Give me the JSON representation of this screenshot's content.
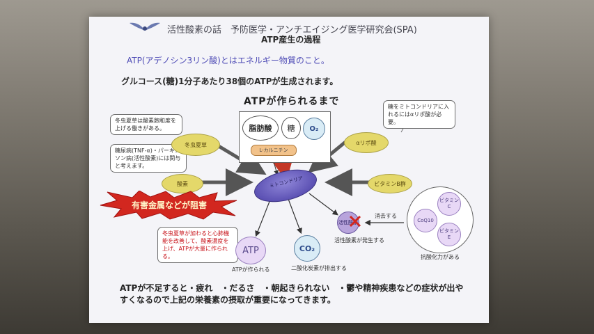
{
  "slide": {
    "header_title": "活性酸素の話　予防医学・アンチエイジング医学研究会(SPA)",
    "title": "ATP産生の過程",
    "intro": "ATP(アデノシン3リン酸)とはエネルギー物質のこと。",
    "subline": "グルコース(糖)1分子あたり38個のATPが生成されます。",
    "diagram_title": "ATPが作られるまで",
    "nutrients": {
      "fat": "脂肪酸",
      "sugar": "糖",
      "oxygen": "O₂",
      "carnitine": "L-カルニチン"
    },
    "callouts": {
      "coq_speed": "冬虫夏草は酸素飽和度を上げる働きがある。",
      "illness": "糖尿病(TNF-α)・パーキンソン病(活性酸素)には関与と考えます。",
      "mitochondria": "糖をミトコンドリアに入れるにはαリポ酸が必要。",
      "coq_effect": "冬虫夏草が加わると心肺機能を改善して、酸素濃度を上げ、ATPが大量に作られる。"
    },
    "pills": {
      "cordyceps": "冬虫夏草",
      "oxygen_enzyme": "酸素",
      "lipoic": "αリポ酸",
      "vitamin_b": "ビタミンB群"
    },
    "mitochondria_label": "ミトコンドリア",
    "heavy_metal": "有害金属などが阻害",
    "outputs": {
      "atp": "ATP",
      "atp_note": "ATPが作られる",
      "co2": "CO₂",
      "co2_note": "二酸化炭素が排出する"
    },
    "ros": {
      "circle": "活性酸素",
      "note": "活性酸素が発生する",
      "cancel": "消去する"
    },
    "antioxidants": {
      "vit_c": "ビタミンC",
      "coq10": "CoQ10",
      "vit_e": "ビタミンE",
      "note": "抗酸化力がある"
    },
    "bottom_line1": "ATPが不足すると・疲れ　・だるさ　・朝起きられない　・鬱や精神疾患などの症状が出や",
    "bottom_line2": "すくなるので上記の栄養素の摂取が重要になってきます。"
  },
  "colors": {
    "accent_blue": "#4d4ab5",
    "pill_yellow": "#e4d86a",
    "mito_purple": "#6a5fc0",
    "alert_red": "#d2271f",
    "arrow_red": "#c43826"
  }
}
